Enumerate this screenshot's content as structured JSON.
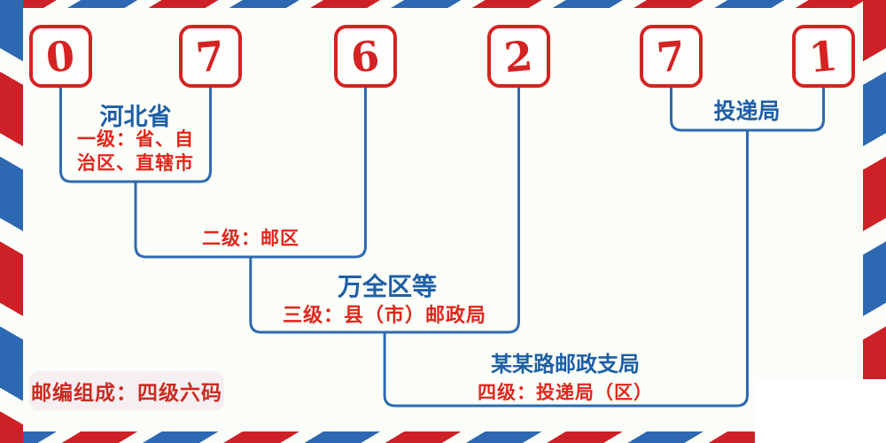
{
  "postal_code": {
    "digits": [
      "0",
      "7",
      "6",
      "2",
      "7",
      "1"
    ]
  },
  "annotations": {
    "level1": {
      "name": "河北省",
      "desc": "一级：省、自治区、直辖市"
    },
    "level2": {
      "desc": "二级：邮区"
    },
    "level3": {
      "name": "万全区等",
      "desc": "三级：县（市）邮政局"
    },
    "level4": {
      "name": "某某路邮政支局",
      "desc": "四级：投递局（区）"
    },
    "delivery_office": "投递局"
  },
  "footnote": "邮编组成：四级六码",
  "colors": {
    "digit_red": "#d42322",
    "desc_text_red": "#e0261c",
    "name_text_blue": "#1e5fa7",
    "connector_blue": "#2e6ab0",
    "stripe_red": "#cd2127",
    "stripe_blue": "#2d68b2",
    "background": "#fbfdf8",
    "footnote_background": "#f6eff1"
  }
}
